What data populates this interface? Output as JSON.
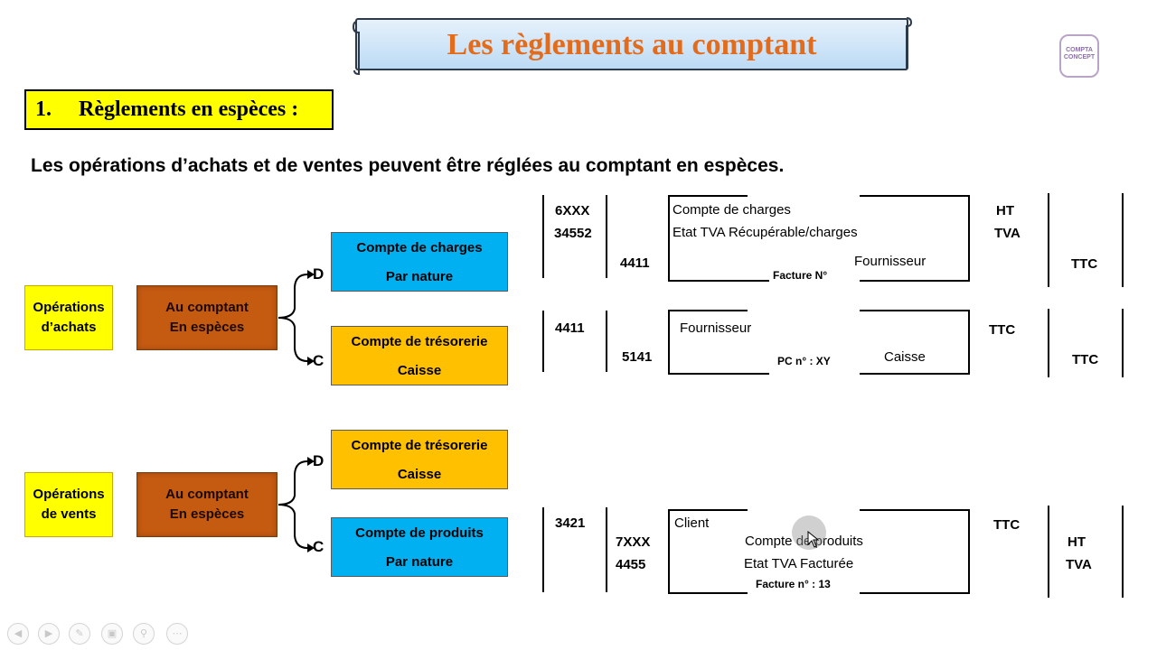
{
  "title": "Les règlements au comptant",
  "logo": {
    "line1": "COMPTA",
    "line2": "CONCEPT"
  },
  "section": {
    "number": "1.",
    "label": "Règlements en espèces :"
  },
  "intro": "Les opérations d’achats et de ventes peuvent être réglées au comptant en espèces.",
  "purchases": {
    "operation_label": "Opérations\nd’achats",
    "mode_label": "Au comptant\nEn espèces",
    "debit_letter": "D",
    "credit_letter": "C",
    "debit_box": {
      "line1": "Compte de charges",
      "line2": "Par nature"
    },
    "credit_box": {
      "line1": "Compte de trésorerie",
      "line2": "Caisse"
    },
    "entry1": {
      "codes": [
        "6XXX",
        "34552"
      ],
      "credit_code": "4411",
      "labels": [
        "Compte de charges",
        "Etat TVA Récupérable/charges"
      ],
      "credit_label": "Fournisseur",
      "reference": "Facture N°",
      "debit_amounts": [
        "HT",
        "TVA"
      ],
      "credit_amount": "TTC"
    },
    "entry2": {
      "debit_code": "4411",
      "credit_code": "5141",
      "debit_label": "Fournisseur",
      "credit_label": "Caisse",
      "reference": "PC n° : XY",
      "debit_amount": "TTC",
      "credit_amount": "TTC"
    }
  },
  "sales": {
    "operation_label": "Opérations\nde vents",
    "mode_label": "Au comptant\nEn espèces",
    "debit_letter": "D",
    "credit_letter": "C",
    "debit_box": {
      "line1": "Compte de trésorerie",
      "line2": "Caisse"
    },
    "credit_box": {
      "line1": "Compte de produits",
      "line2": "Par nature"
    },
    "entry": {
      "debit_code": "3421",
      "credit_codes": [
        "7XXX",
        "4455"
      ],
      "debit_label": "Client",
      "credit_labels": [
        "Compte de produits",
        "Etat TVA Facturée"
      ],
      "reference": "Facture n° : 13",
      "debit_amount": "TTC",
      "credit_amounts": [
        "HT",
        "TVA"
      ]
    }
  },
  "colors": {
    "title": "#e36c1c",
    "highlight_yellow": "#ffff00",
    "cash_brown": "#c55a11",
    "account_blue": "#00b0f0",
    "account_orange": "#ffc000"
  },
  "toolbar_icons": [
    "prev-icon",
    "next-icon",
    "pen-icon",
    "slides-icon",
    "zoom-icon",
    "more-icon"
  ]
}
